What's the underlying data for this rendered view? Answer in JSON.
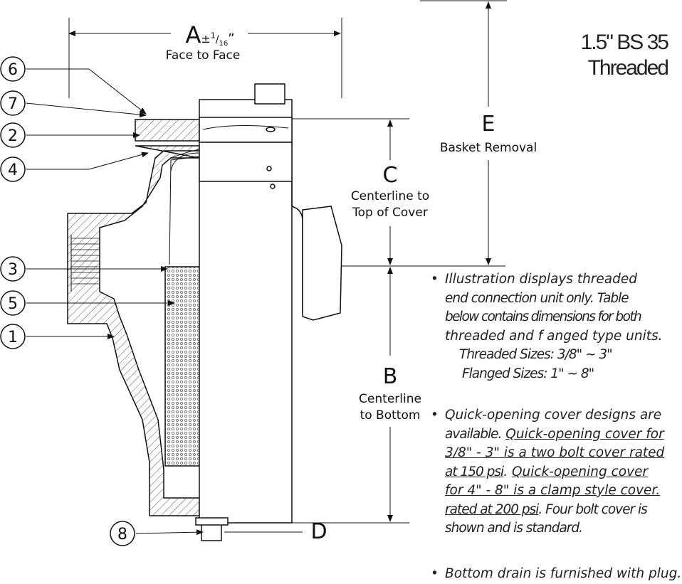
{
  "title": {
    "line1": "1.5\" BS 35",
    "line2": "Threaded"
  },
  "dimensions": {
    "A": {
      "letter": "A",
      "tolerance": "±",
      "tol_num": "1",
      "tol_den": "16",
      "tol_unit": "”",
      "desc": "Face to Face"
    },
    "B": {
      "letter": "B",
      "desc1": "Centerline",
      "desc2": "to Bottom"
    },
    "C": {
      "letter": "C",
      "desc1": "Centerline to",
      "desc2": "Top of Cover"
    },
    "D": {
      "letter": "D"
    },
    "E": {
      "letter": "E",
      "desc": "Basket Removal"
    }
  },
  "callouts": [
    "6",
    "7",
    "2",
    "4",
    "3",
    "5",
    "1",
    "8"
  ],
  "notes": {
    "bullet": "•",
    "n1": [
      "Illustration displays threaded",
      "end connection unit only. Table",
      "below contains dimensions for both",
      "threaded and f anged type units."
    ],
    "threaded_sizes": "Threaded Sizes: 3/8\" ~ 3\"",
    "flanged_sizes": "Flanged Sizes: 1\" ~ 8\"",
    "n2_l1": "Quick-opening cover designs are",
    "n2_l2a": "available.",
    "n2_l2b": "Quick-opening cover for",
    "n2_l3": "3/8\" - 3\" is a two bolt cover rated",
    "n2_l4a": "at 150 psi",
    "n2_l4b": ".",
    "n2_l4c": "Quick-opening cover",
    "n2_l5": "for 4\" - 8\" is a clamp style cover.",
    "n2_l6a": "rated at 200 psi",
    "n2_l6b": ". Four bolt cover is",
    "n2_l7": "shown and is standard.",
    "n3": "Bottom drain is furnished with plug."
  }
}
